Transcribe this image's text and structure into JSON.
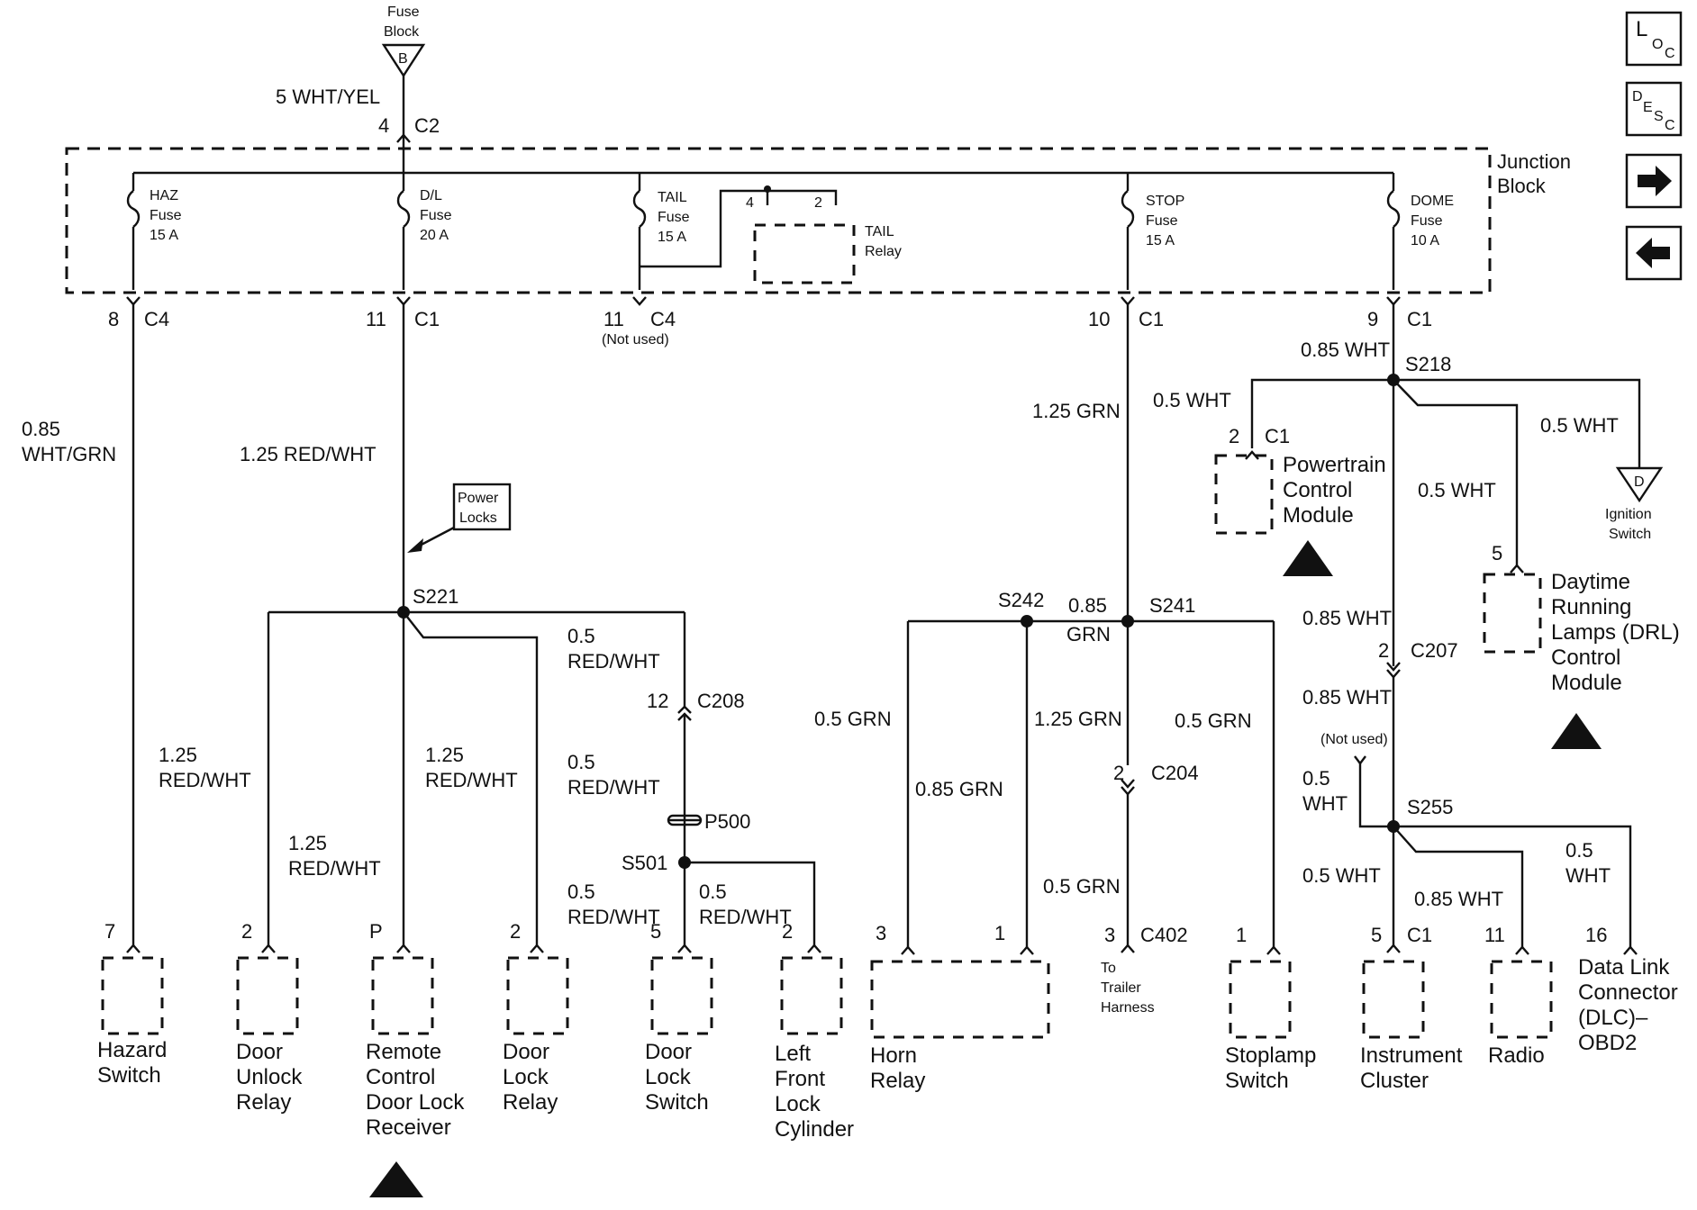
{
  "source": {
    "top_line1": "Fuse",
    "top_line2": "Block",
    "letter": "B",
    "wire": "5 WHT/YEL",
    "pin": "4",
    "connector": "C2"
  },
  "junction_block": {
    "line1": "Junction",
    "line2": "Block"
  },
  "fuses": [
    {
      "l1": "HAZ",
      "l2": "Fuse",
      "l3": "15 A"
    },
    {
      "l1": "D/L",
      "l2": "Fuse",
      "l3": "20 A"
    },
    {
      "l1": "TAIL",
      "l2": "Fuse",
      "l3": "15 A"
    },
    {
      "l1": "STOP",
      "l2": "Fuse",
      "l3": "15 A"
    },
    {
      "l1": "DOME",
      "l2": "Fuse",
      "l3": "10 A"
    }
  ],
  "tail_relay": {
    "pin_a": "4",
    "pin_b": "2",
    "l1": "TAIL",
    "l2": "Relay"
  },
  "outputs": [
    {
      "pin": "8",
      "conn": "C4"
    },
    {
      "pin": "11",
      "conn": "C1"
    },
    {
      "pin": "11",
      "conn": "C4",
      "note": "(Not used)"
    },
    {
      "pin": "10",
      "conn": "C1"
    },
    {
      "pin": "9",
      "conn": "C1"
    }
  ],
  "wires": {
    "haz_l1": "0.85",
    "haz_l2": "WHT/GRN",
    "dl_main": "1.25 RED/WHT",
    "power_locks_l1": "Power",
    "power_locks_l2": "Locks",
    "s221": "S221",
    "w_unlock_l1": "1.25",
    "w_unlock_l2": "RED/WHT",
    "w_remote_l1": "1.25",
    "w_remote_l2": "RED/WHT",
    "w_lock_l1": "1.25",
    "w_lock_l2": "RED/WHT",
    "w_c208_l1": "0.5",
    "w_c208_l2": "RED/WHT",
    "c208_pin": "12",
    "c208": "C208",
    "w_p500_l1": "0.5",
    "w_p500_l2": "RED/WHT",
    "p500": "P500",
    "s501": "S501",
    "w_dls_l1": "0.5",
    "w_dls_l2": "RED/WHT",
    "w_lfc_l1": "0.5",
    "w_lfc_l2": "RED/WHT",
    "stop_main": "1.25 GRN",
    "s242": "S242",
    "s241": "S241",
    "w_mid_l1": "0.85",
    "w_mid_l2": "GRN",
    "w_horn3": "0.5 GRN",
    "w_horn1": "0.85 GRN",
    "w_c204": "1.25 GRN",
    "w_stoplamp": "0.5 GRN",
    "c204_pin": "2",
    "c204": "C204",
    "w_c402": "0.5 GRN",
    "dome_main": "0.85 WHT",
    "s218": "S218",
    "w_pcm": "0.5 WHT",
    "pcm_pin": "2",
    "pcm_conn": "C1",
    "w_ign": "0.5 WHT",
    "w_drl": "0.5 WHT",
    "drl_pin": "5",
    "w_c207_top": "0.85 WHT",
    "c207_pin": "2",
    "c207": "C207",
    "w_c207_bot": "0.85 WHT",
    "not_used": "(Not used)",
    "w_nu_l1": "0.5",
    "w_nu_l2": "WHT",
    "s255": "S255",
    "w_ic": "0.5 WHT",
    "w_radio": "0.85 WHT",
    "w_dlc_l1": "0.5",
    "w_dlc_l2": "WHT"
  },
  "ignition": {
    "letter": "D",
    "l1": "Ignition",
    "l2": "Switch"
  },
  "pcm": {
    "l1": "Powertrain",
    "l2": "Control",
    "l3": "Module"
  },
  "drl": {
    "l1": "Daytime",
    "l2": "Running",
    "l3": "Lamps (DRL)",
    "l4": "Control",
    "l5": "Module"
  },
  "components": [
    {
      "pin": "7",
      "lines": [
        "Hazard",
        "Switch"
      ]
    },
    {
      "pin": "2",
      "lines": [
        "Door",
        "Unlock",
        "Relay"
      ]
    },
    {
      "pin": "P",
      "lines": [
        "Remote",
        "Control",
        "Door Lock",
        "Receiver"
      ]
    },
    {
      "pin": "2",
      "lines": [
        "Door",
        "Lock",
        "Relay"
      ]
    },
    {
      "pin": "5",
      "lines": [
        "Door",
        "Lock",
        "Switch"
      ]
    },
    {
      "pin": "2",
      "lines": [
        "Left",
        "Front",
        "Lock",
        "Cylinder"
      ]
    },
    {
      "pin_a": "3",
      "pin_b": "1",
      "lines": [
        "Horn",
        "Relay"
      ]
    },
    {
      "pin": "3",
      "conn": "C402",
      "lines": [
        "To",
        "Trailer",
        "Harness"
      ]
    },
    {
      "pin": "1",
      "lines": [
        "Stoplamp",
        "Switch"
      ]
    },
    {
      "pin": "5",
      "conn": "C1",
      "lines": [
        "Instrument",
        "Cluster"
      ]
    },
    {
      "pin": "11",
      "lines": [
        "Radio"
      ]
    },
    {
      "pin": "16",
      "lines": [
        "Data Link",
        "Connector",
        "(DLC)–",
        "OBD2"
      ]
    }
  ],
  "nav": {
    "loc_l": "L",
    "loc_o": "O",
    "loc_c": "C",
    "desc_d": "D",
    "desc_e": "E",
    "desc_s": "S",
    "desc_c": "C"
  }
}
